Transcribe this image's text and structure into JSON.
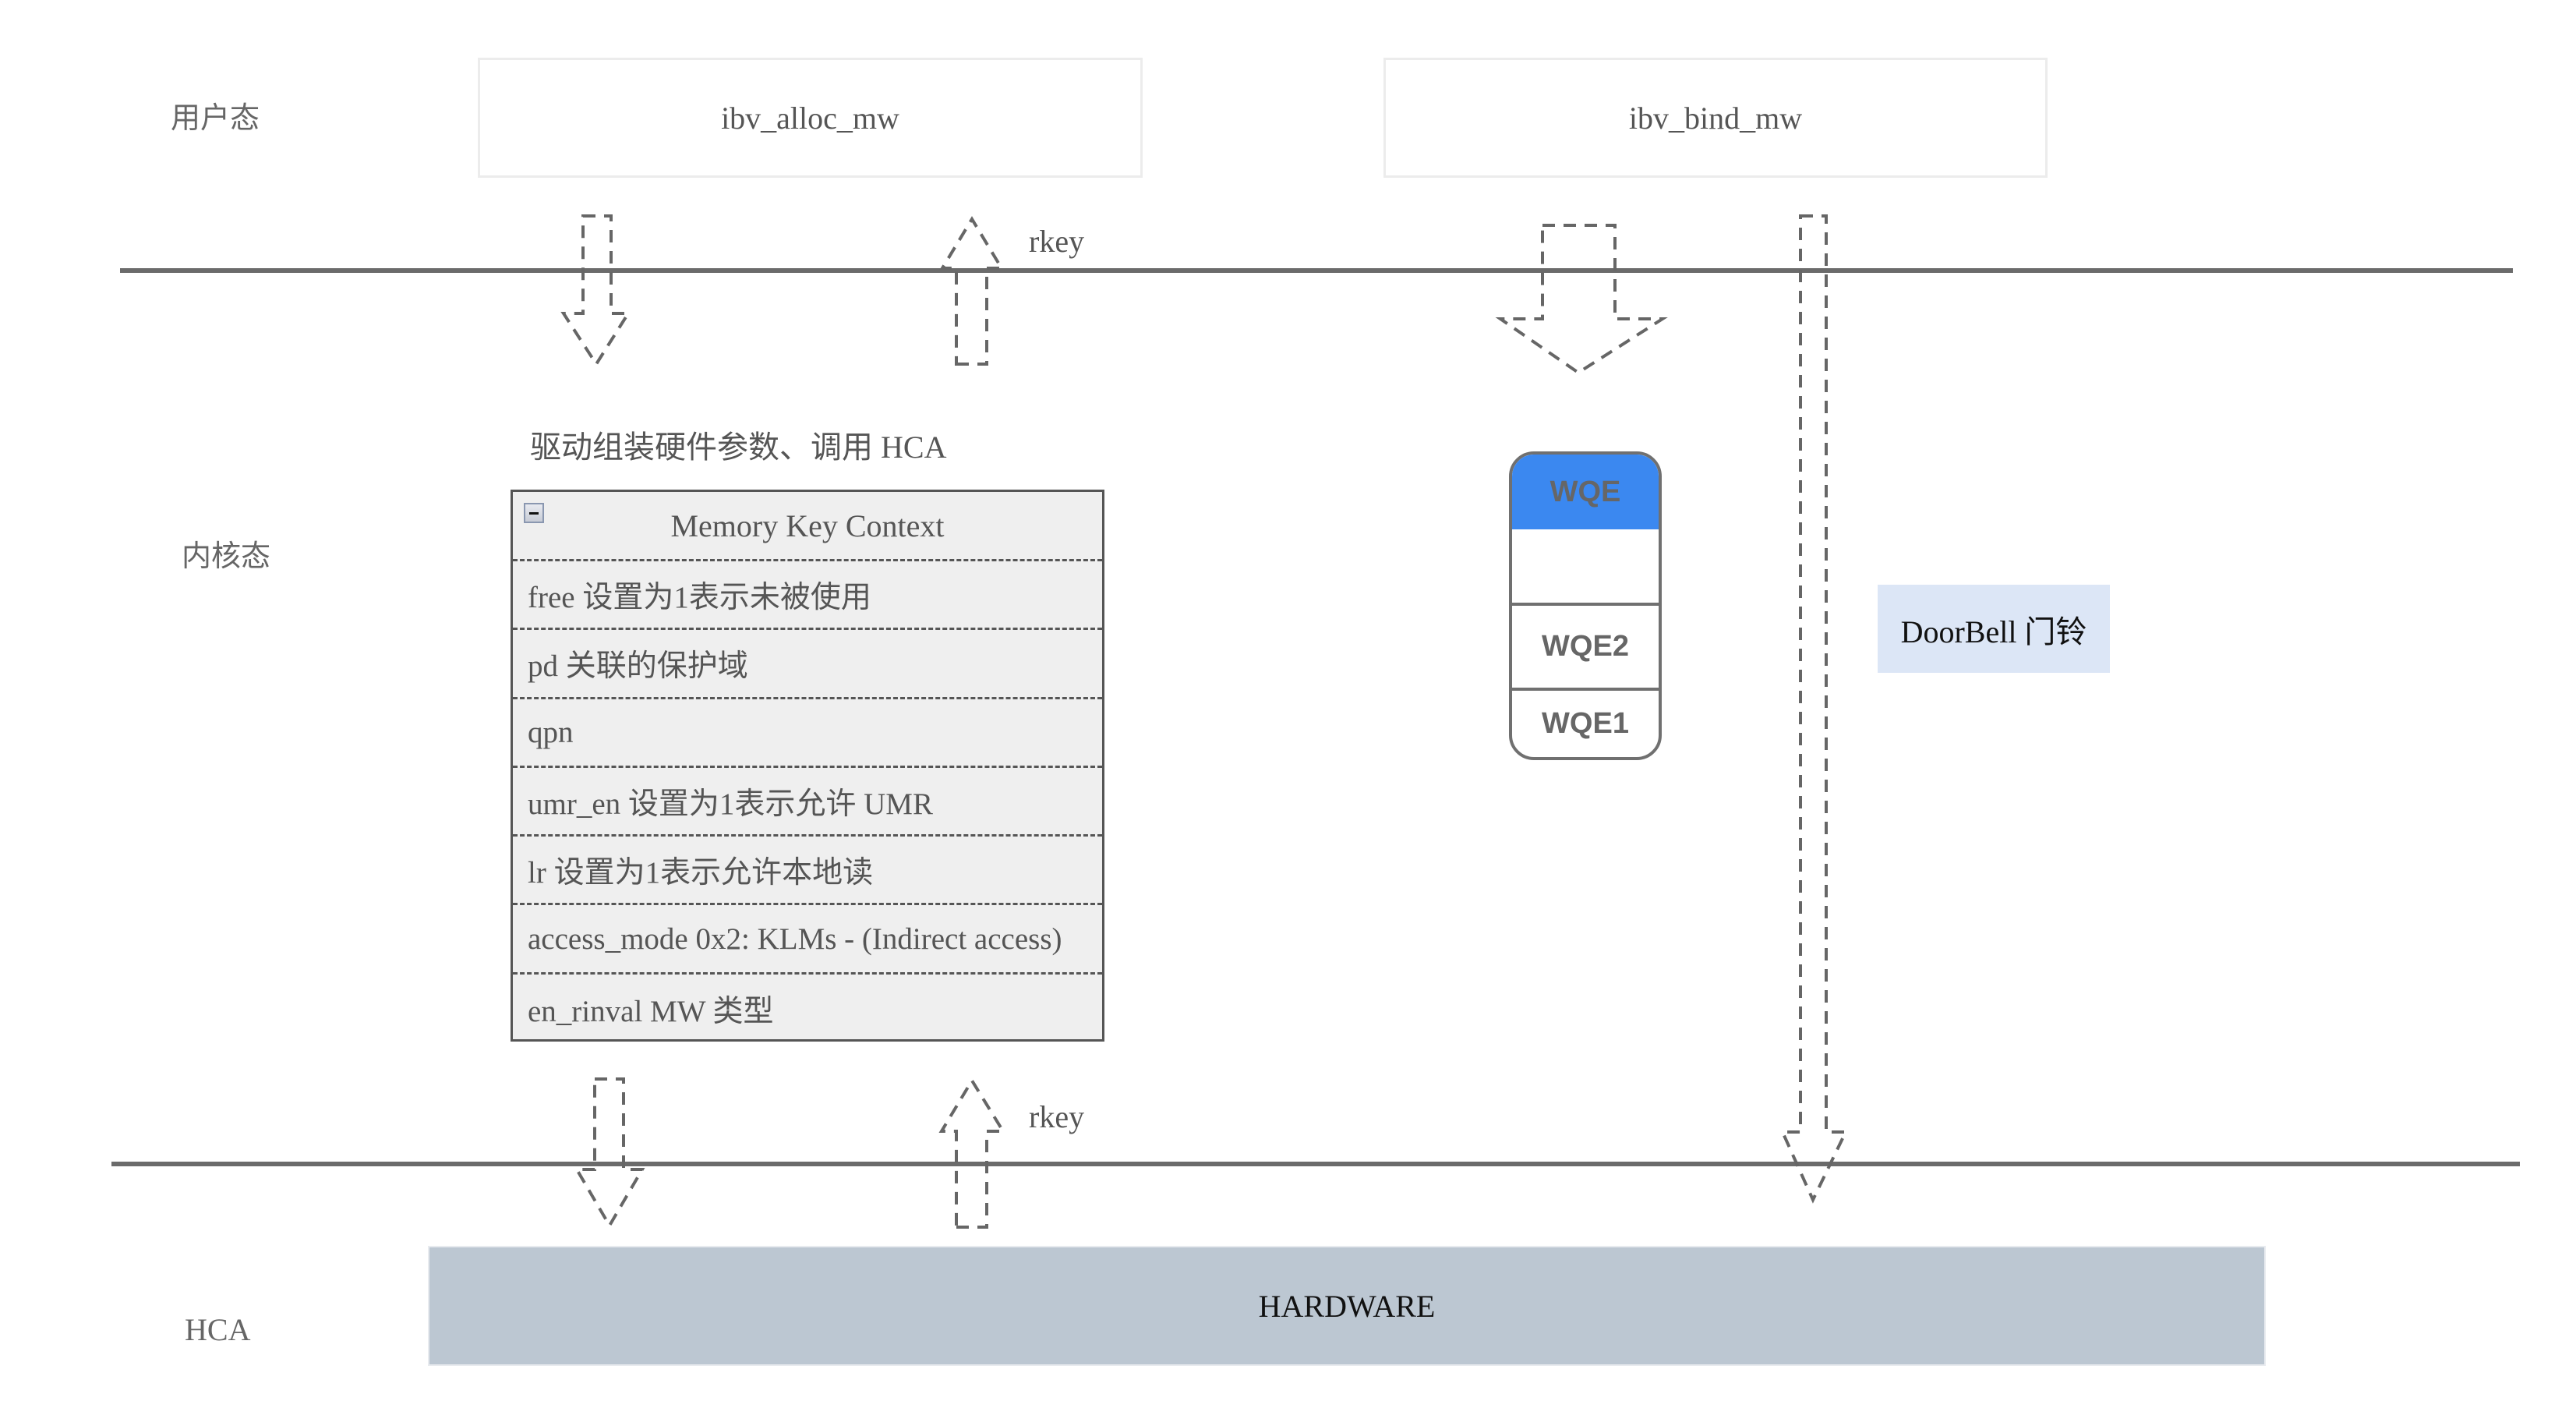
{
  "zones": {
    "user": "用户态",
    "kernel": "内核态",
    "hca": "HCA"
  },
  "user_space": {
    "alloc_call": "ibv_alloc_mw",
    "bind_call": "ibv_bind_mw"
  },
  "arrow_labels": {
    "rkey_top": "rkey",
    "rkey_bottom": "rkey"
  },
  "kernel": {
    "caption": "驱动组装硬件参数、调用 HCA",
    "memory_key_context": {
      "title": "Memory Key Context",
      "collapse_icon": "minus-square-icon",
      "fields": [
        "free 设置为1表示未被使用",
        "pd 关联的保护域",
        "qpn",
        "umr_en 设置为1表示允许 UMR",
        "lr 设置为1表示允许本地读",
        "access_mode 0x2: KLMs - (Indirect access)",
        "en_rinval MW 类型"
      ]
    },
    "wqe_stack": {
      "header": "WQE",
      "entries": [
        "",
        "WQE2",
        "WQE1"
      ],
      "header_color": "#3b88f0"
    },
    "doorbell": "DoorBell 门铃"
  },
  "hardware": {
    "label": "HARDWARE",
    "color": "#bcc7d2"
  }
}
